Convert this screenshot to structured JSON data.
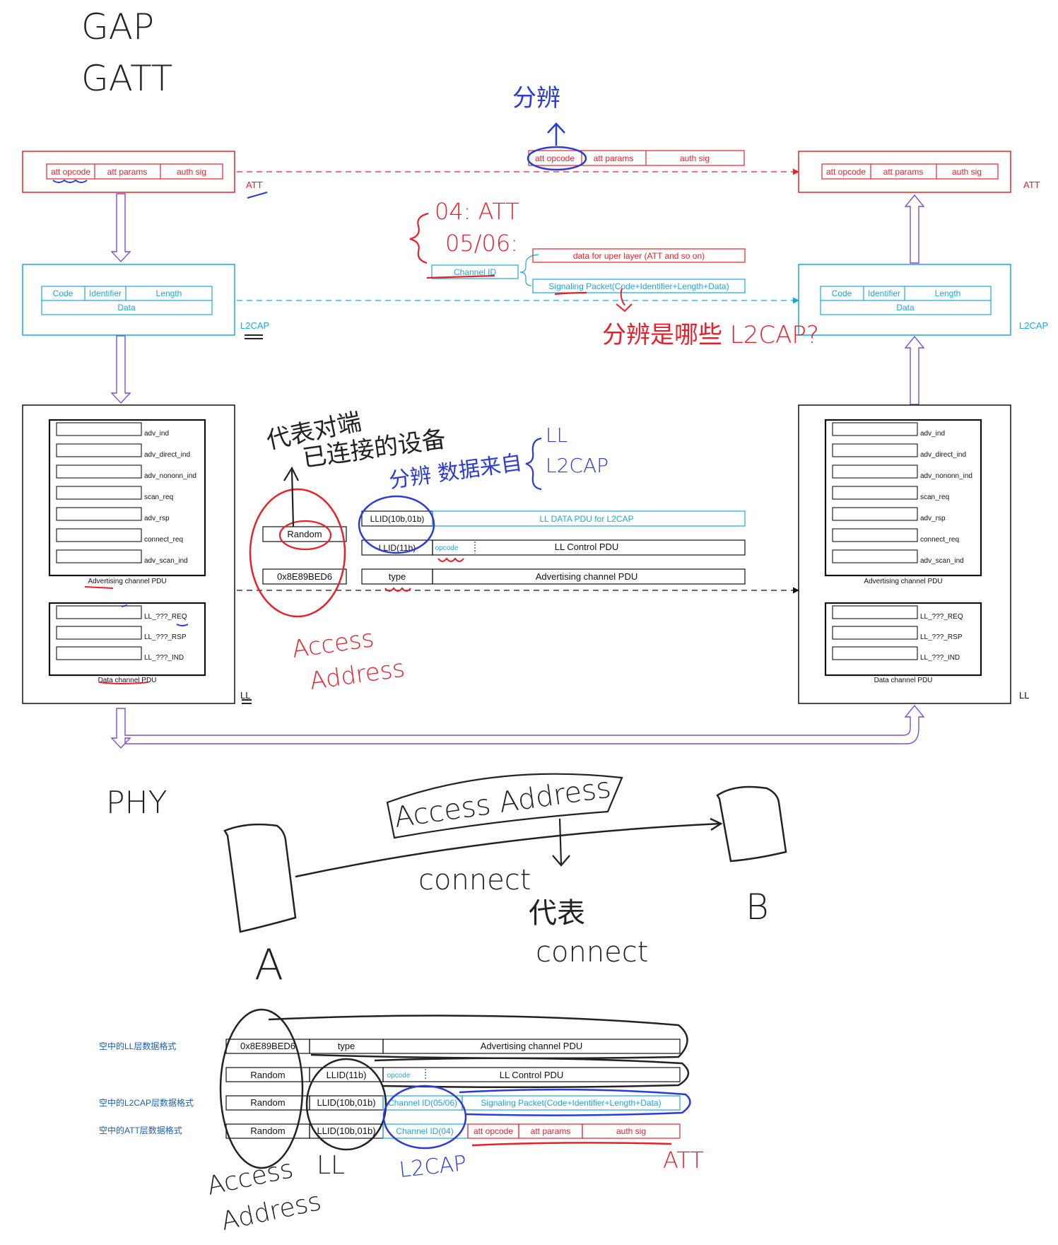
{
  "handwritten": {
    "gap": "GAP",
    "gatt": "GATT",
    "distinguish_top": "分辨",
    "att_mapping_04": "04: ATT",
    "att_mapping_0506": "05/06:",
    "distinguish_l2cap": "分辨是哪些 L2CAP?",
    "represents_peer": "代表对端",
    "peer_line2": "已连接的设备",
    "distinguish_data_from": "分辨 数据来自",
    "from_ll": "LL",
    "from_l2cap": "L2CAP",
    "access_address_1": "Access",
    "access_address_2": "Address",
    "phy": "PHY",
    "access_address_box": "Access Address",
    "connect": "connect",
    "represents": "代表",
    "connect_2": "connect",
    "device_a": "A",
    "device_b": "B",
    "bottom_access": "Access",
    "bottom_address": "Address",
    "bottom_ll": "LL",
    "bottom_l2cap": "L2CAP",
    "bottom_att": "ATT"
  },
  "att": {
    "fields": [
      "att opcode",
      "att params",
      "auth sig"
    ],
    "layer_label": "ATT"
  },
  "l2cap": {
    "fields": [
      "Code",
      "Identifier",
      "Length"
    ],
    "data": "Data",
    "layer_label": "L2CAP",
    "channel_id": "Channel ID",
    "data_upper": "data for uper layer (ATT and so on)",
    "signaling": "Signaling Packet(Code+Identifier+Length+Data)"
  },
  "ll": {
    "layer_label": "LL",
    "adv_pdus": [
      "adv_ind",
      "adv_direct_ind",
      "adv_nononn_ind",
      "scan_req",
      "adv_rsp",
      "connect_req",
      "adv_scan_ind"
    ],
    "adv_caption": "Advertising channel PDU",
    "data_pdus": [
      "LL_???_REQ",
      "LL_???_RSP",
      "LL_???_IND"
    ],
    "data_caption": "Data channel PDU",
    "random": "Random",
    "access_addr": "0x8E89BED6",
    "llid_data": "LLID(10b,01b)",
    "ll_data_pdu": "LL DATA PDU for L2CAP",
    "llid_ctrl": "LLID(11b)",
    "opcode": "opcode",
    "ll_control_pdu": "LL Control PDU",
    "type": "type",
    "adv_channel_pdu": "Advertising channel PDU"
  },
  "bottom_table": {
    "row_labels": [
      "空中的LL层数据格式",
      "",
      "空中的L2CAP层数据格式",
      "空中的ATT层数据格式"
    ],
    "rows": [
      [
        "0x8E89BED6",
        "type",
        "Advertising channel PDU"
      ],
      [
        "Random",
        "LLID(11b)",
        "opcode",
        "LL Control PDU"
      ],
      [
        "Random",
        "LLID(10b,01b)",
        "Channel ID(05/06)",
        "Signaling Packet(Code+Identifier+Length+Data)"
      ],
      [
        "Random",
        "LLID(10b,01b)",
        "Channel ID(04)",
        "att opcode",
        "att params",
        "auth sig"
      ]
    ]
  },
  "colors": {
    "att": "#e8202a",
    "l2cap": "#1aa7e0",
    "ll": "#111111",
    "arrow": "#7b4fd0",
    "ink_blue": "#2b3bd6",
    "ink_red": "#e8202a"
  }
}
